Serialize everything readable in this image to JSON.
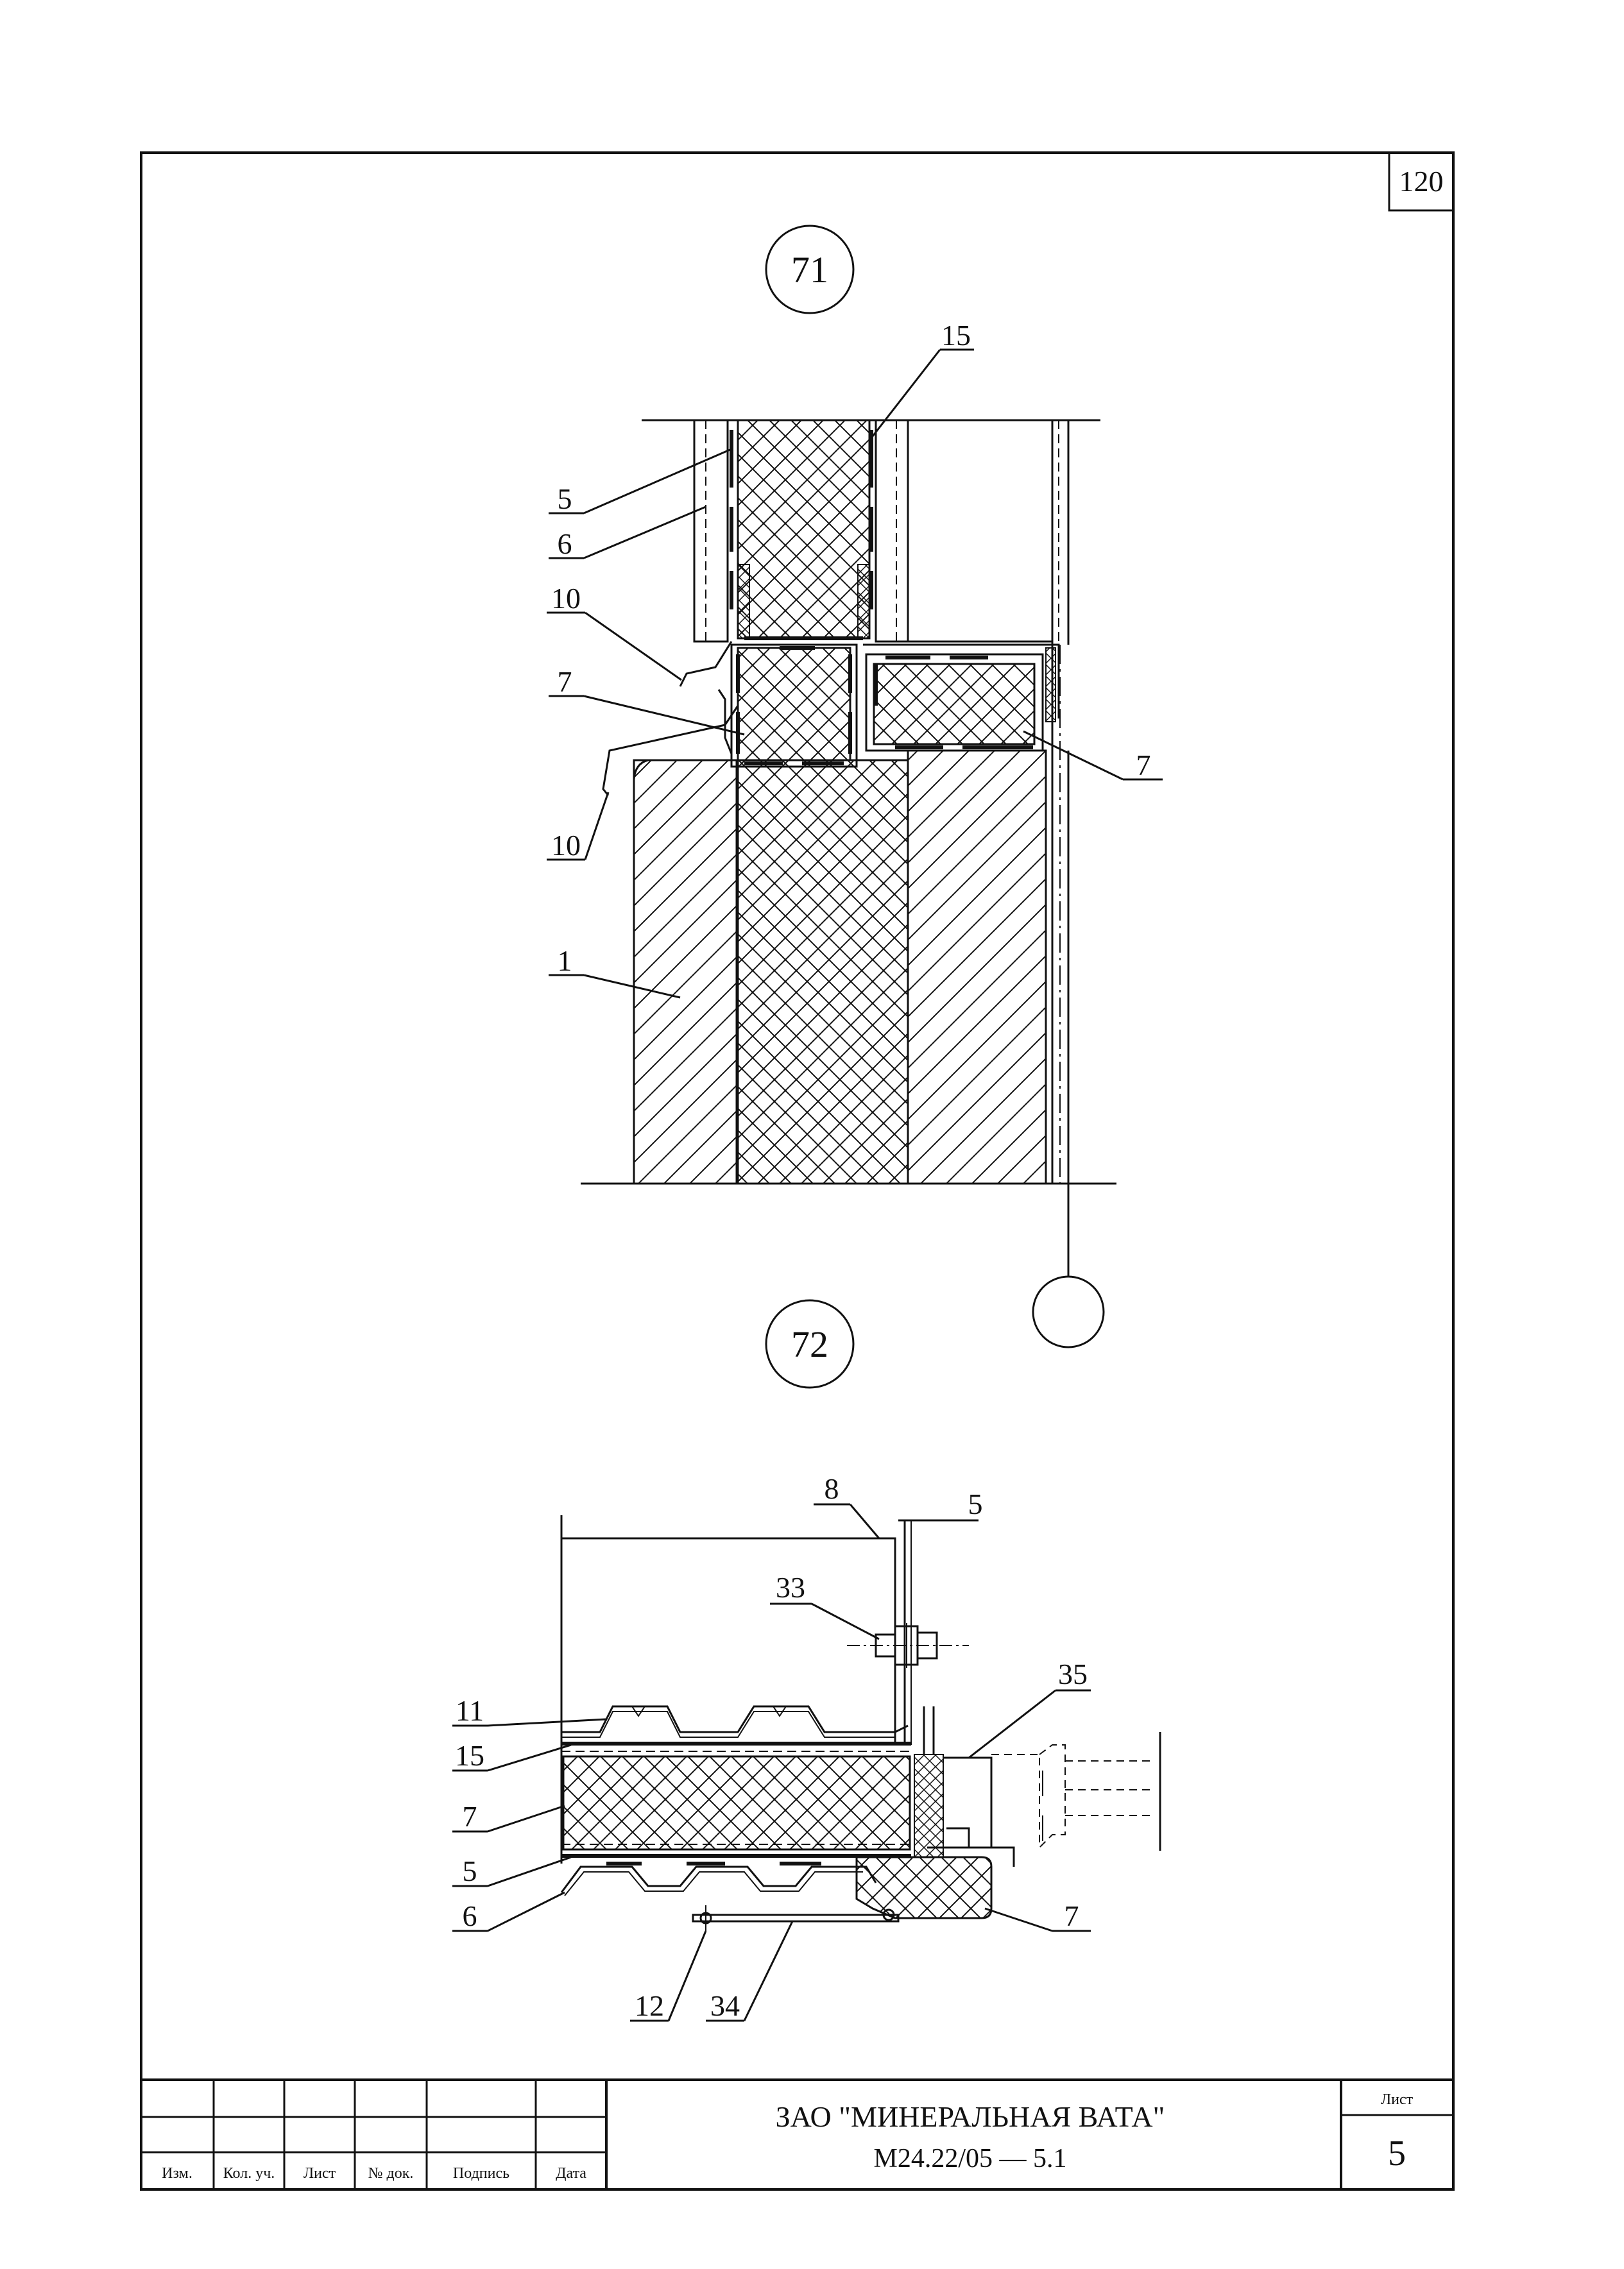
{
  "sheet_number_corner": "120",
  "details": [
    {
      "bubble": "71",
      "callouts": [
        "15",
        "5",
        "6",
        "10",
        "7",
        "10",
        "1",
        "7"
      ]
    },
    {
      "bubble": "72",
      "callouts": [
        "8",
        "5",
        "33",
        "35",
        "11",
        "15",
        "7",
        "5",
        "6",
        "7",
        "12",
        "34"
      ]
    }
  ],
  "title_block": {
    "company": "ЗАО \"МИНЕРАЛЬНАЯ ВАТА\"",
    "document_code": "М24.22/05  —  5.1",
    "sheet_label": "Лист",
    "sheet_value": "5",
    "columns": [
      "Изм.",
      "Кол. уч.",
      "Лист",
      "№ док.",
      "Подпись",
      "Дата"
    ]
  }
}
